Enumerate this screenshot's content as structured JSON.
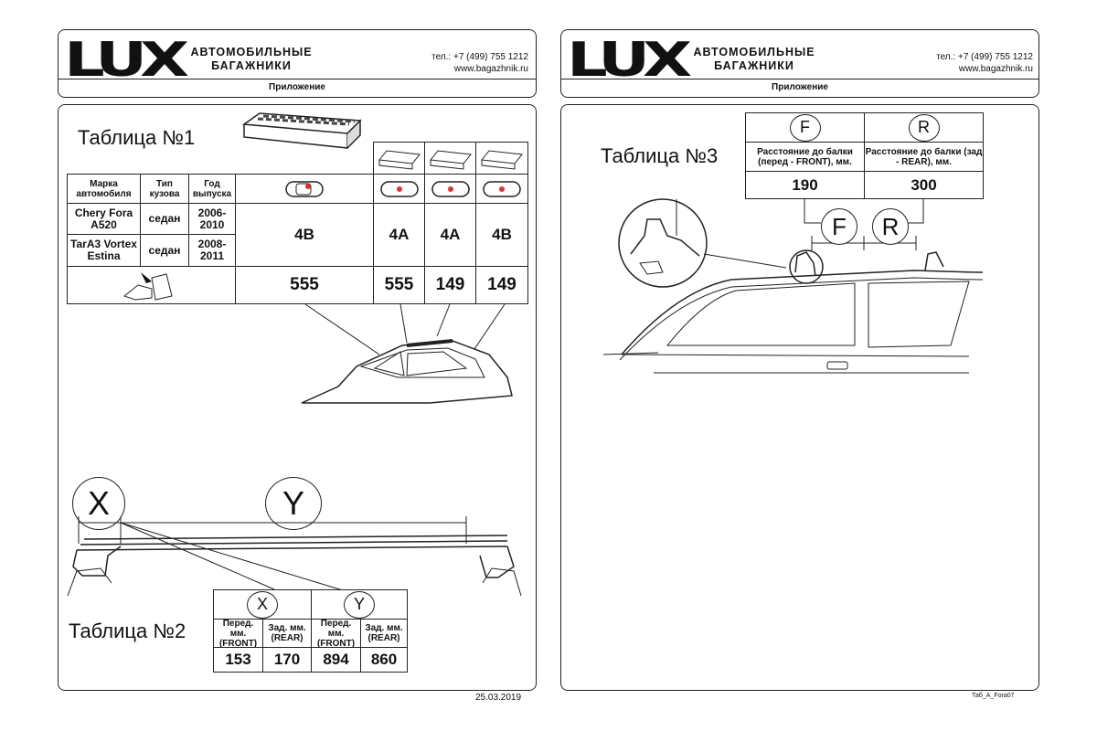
{
  "header": {
    "logo": "LUX",
    "brand_line1": "АВТОМОБИЛЬНЫЕ",
    "brand_line2": "БАГАЖНИКИ",
    "phone": "тел.: +7 (499) 755 1212",
    "site": "www.bagazhnik.ru",
    "subtitle": "Приложение"
  },
  "table1": {
    "title": "Таблица №1",
    "headers": {
      "make": "Марка автомобиля",
      "body": "Тип кузова",
      "year": "Год выпуска"
    },
    "rows": [
      {
        "make": "Chery Fora A520",
        "body": "седан",
        "year": "2006-2010"
      },
      {
        "make": "TarA3 Vortex Estina",
        "body": "седан",
        "year": "2008-2011"
      }
    ],
    "kit_codes": [
      "4B",
      "4A",
      "4A",
      "4B"
    ],
    "values": [
      "555",
      "555",
      "149",
      "149"
    ]
  },
  "table2": {
    "title": "Таблица №2",
    "groups": [
      "X",
      "Y"
    ],
    "col_labels": [
      "Перед. мм. (FRONT)",
      "Зад. мм. (REAR)",
      "Перед. мм. (FRONT)",
      "Зад. мм. (REAR)"
    ],
    "values": [
      "153",
      "170",
      "894",
      "860"
    ],
    "diagram_labels": [
      "X",
      "Y"
    ]
  },
  "table3": {
    "title": "Таблица №3",
    "groups": [
      "F",
      "R"
    ],
    "col_labels": [
      "Расстояние до балки (перед - FRONT), мм.",
      "Расстояние до балки (зад - REAR), мм."
    ],
    "values": [
      "190",
      "300"
    ],
    "diagram_labels": [
      "F",
      "R"
    ]
  },
  "footer": {
    "date": "25.03.2019",
    "code": "Таб_А_Fora07"
  }
}
